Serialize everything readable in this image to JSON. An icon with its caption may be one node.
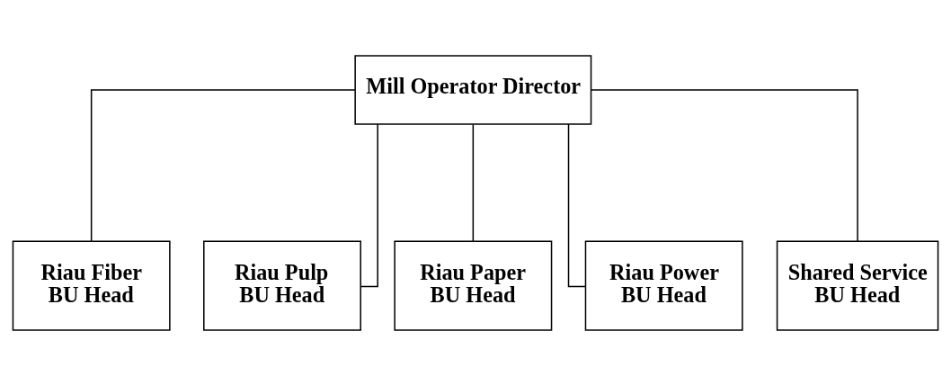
{
  "diagram": {
    "nodes": [
      {
        "text": [
          "Mill Operator Director"
        ]
      },
      {
        "text": [
          "Riau Fiber BU Head"
        ]
      },
      {
        "text": [
          "Riau Pulp BU Head"
        ]
      },
      {
        "text": [
          "Riau Paper BU Head"
        ]
      },
      {
        "text": [
          "Riau Power BU Head"
        ]
      },
      {
        "text": [
          "Shared Service BU Head"
        ]
      }
    ],
    "edges": [
      {
        "from": 0,
        "to": 1,
        "arrow": "none"
      },
      {
        "from": 0,
        "to": 2,
        "arrow": "none"
      },
      {
        "from": 0,
        "to": 3,
        "arrow": "none"
      },
      {
        "from": 0,
        "to": 4,
        "arrow": "none"
      },
      {
        "from": 0,
        "to": 5,
        "arrow": "none"
      }
    ]
  }
}
